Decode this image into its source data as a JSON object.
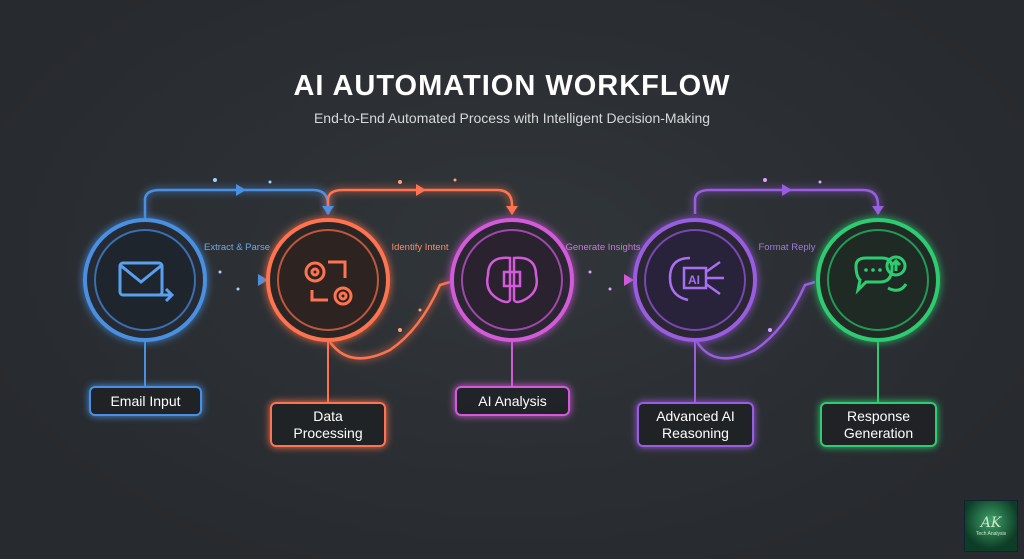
{
  "header": {
    "title": "AI AUTOMATION WORKFLOW",
    "subtitle": "End-to-End Automated Process with Intelligent Decision-Making"
  },
  "nodes": [
    {
      "label": "Email Input",
      "icon": "envelope-arrow-icon",
      "color": "#4a90e2"
    },
    {
      "label": "Data Processing",
      "icon": "gears-cycle-icon",
      "color": "#ff7350"
    },
    {
      "label": "AI Analysis",
      "icon": "brain-chip-icon",
      "color": "#d35ad8"
    },
    {
      "label": "Advanced AI Reasoning",
      "icon": "ai-brain-circuit-icon",
      "color": "#9a5ce0"
    },
    {
      "label": "Response Generation",
      "icon": "chat-bubbles-icon",
      "color": "#2ecc71"
    }
  ],
  "connectors": [
    {
      "label": "Extract & Parse",
      "color": "#4a90e2"
    },
    {
      "label": "Identify Intent",
      "color": "#ff7350"
    },
    {
      "label": "Generate Insights",
      "color": "#d35ad8"
    },
    {
      "label": "Format Reply",
      "color": "#9a5ce0"
    }
  ],
  "logo": {
    "mark": "AK",
    "text": "Tech Analysis"
  }
}
